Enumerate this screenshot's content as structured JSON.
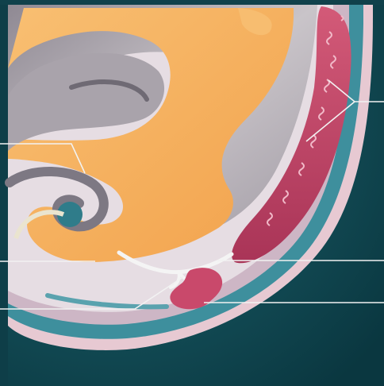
{
  "illustration": {
    "colors": {
      "background": "#0c4652",
      "outer_border": "#f4f2f3",
      "amnion_teal": "#3e8f9d",
      "cavity_gray": "#b9b4b9",
      "embryo_orange": "#f6b25f",
      "villi_crimson": "#c14a68",
      "cord_white": "#f4f4f4",
      "leader_line": "#f2f2f2"
    },
    "leader_lines": [
      {
        "id": "left-upper",
        "side": "left"
      },
      {
        "id": "left-middle",
        "side": "left"
      },
      {
        "id": "left-lower",
        "side": "left"
      },
      {
        "id": "right-upper-fork",
        "side": "right"
      },
      {
        "id": "right-middle",
        "side": "right"
      },
      {
        "id": "right-lower",
        "side": "right"
      }
    ]
  }
}
